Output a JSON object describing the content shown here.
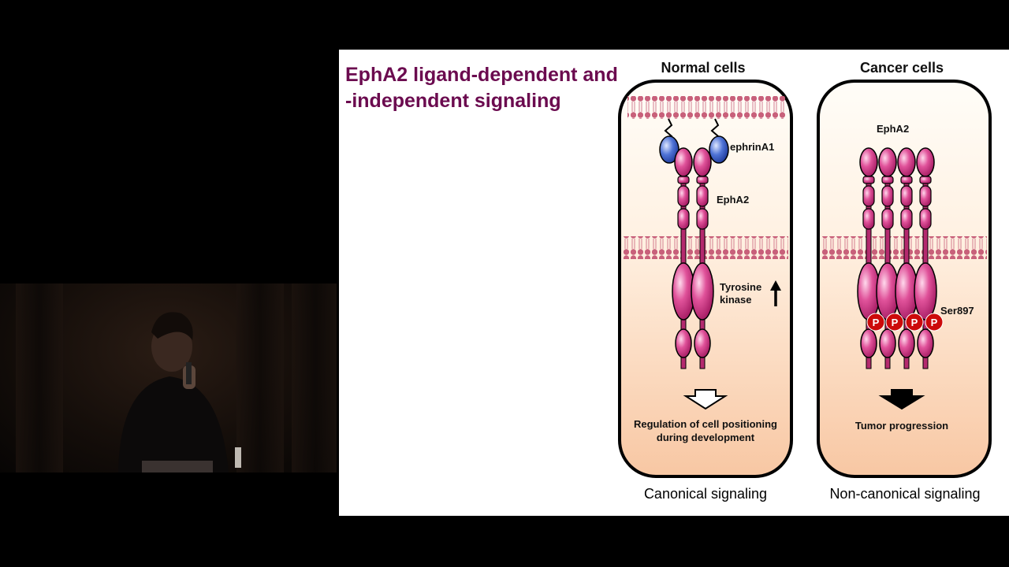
{
  "slide": {
    "title_line1": "EphA2 ligand-dependent and",
    "title_line2": "-independent signaling"
  },
  "panels": {
    "normal": {
      "header": "Normal cells",
      "ligand_label": "ephrinA1",
      "receptor_label": "EphA2",
      "kinase_label_line1": "Tyrosine",
      "kinase_label_line2": "kinase",
      "outcome_line1": "Regulation of cell positioning",
      "outcome_line2": "during development",
      "footer": "Canonical signaling"
    },
    "cancer": {
      "header": "Cancer cells",
      "receptor_label": "EphA2",
      "phospho_site_label": "Ser897",
      "phospho_symbol": "P",
      "outcome": "Tumor progression",
      "footer": "Non-canonical signaling"
    }
  },
  "colors": {
    "title": "#6b0b4f",
    "receptor": "#e0529a",
    "ligand": "#4f73d6",
    "membrane": "#c8607a",
    "phospho": "#cc0a0a",
    "cytoplasm_bottom": "#f8c7a3"
  },
  "icons": {
    "arrow_up": "arrow-up-icon",
    "open_arrow": "open-down-arrow-icon",
    "filled_arrow": "filled-down-arrow-icon"
  }
}
